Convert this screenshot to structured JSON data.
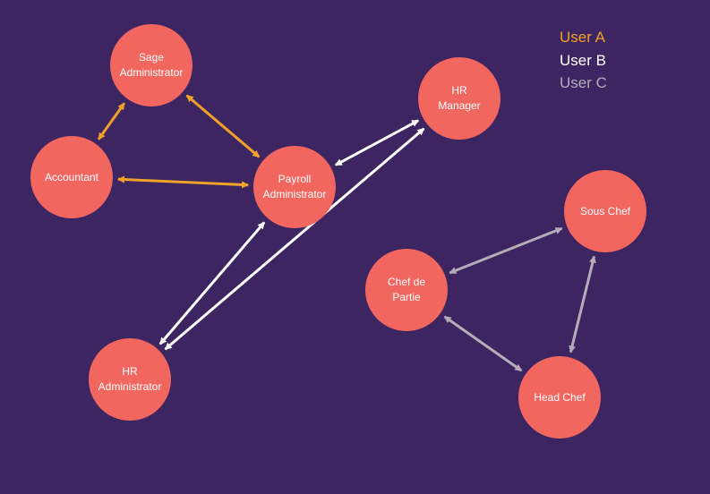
{
  "colors": {
    "background": "#3c2561",
    "node_fill": "#f26660",
    "user_a": "#f0a12a",
    "user_b": "#ffffff",
    "user_c": "#b4adb9"
  },
  "legend": {
    "user_a": "User A",
    "user_b": "User B",
    "user_c": "User C"
  },
  "nodes": {
    "sage_admin": {
      "line1": "Sage",
      "line2": "Administrator"
    },
    "accountant": {
      "line1": "Accountant",
      "line2": ""
    },
    "payroll_admin": {
      "line1": "Payroll",
      "line2": "Administrator"
    },
    "hr_manager": {
      "line1": "HR",
      "line2": "Manager"
    },
    "hr_admin": {
      "line1": "HR",
      "line2": "Administrator"
    },
    "sous_chef": {
      "line1": "Sous Chef",
      "line2": ""
    },
    "chef_de_partie": {
      "line1": "Chef de",
      "line2": "Partie"
    },
    "head_chef": {
      "line1": "Head Chef",
      "line2": ""
    }
  },
  "connections": [
    {
      "from": "accountant",
      "to": "sage_admin",
      "user": "user_a"
    },
    {
      "from": "sage_admin",
      "to": "payroll_admin",
      "user": "user_a"
    },
    {
      "from": "accountant",
      "to": "payroll_admin",
      "user": "user_a"
    },
    {
      "from": "payroll_admin",
      "to": "hr_manager",
      "user": "user_b"
    },
    {
      "from": "payroll_admin",
      "to": "hr_admin",
      "user": "user_b"
    },
    {
      "from": "hr_admin",
      "to": "hr_manager",
      "user": "user_b"
    },
    {
      "from": "chef_de_partie",
      "to": "sous_chef",
      "user": "user_c"
    },
    {
      "from": "chef_de_partie",
      "to": "head_chef",
      "user": "user_c"
    },
    {
      "from": "sous_chef",
      "to": "head_chef",
      "user": "user_c"
    }
  ]
}
